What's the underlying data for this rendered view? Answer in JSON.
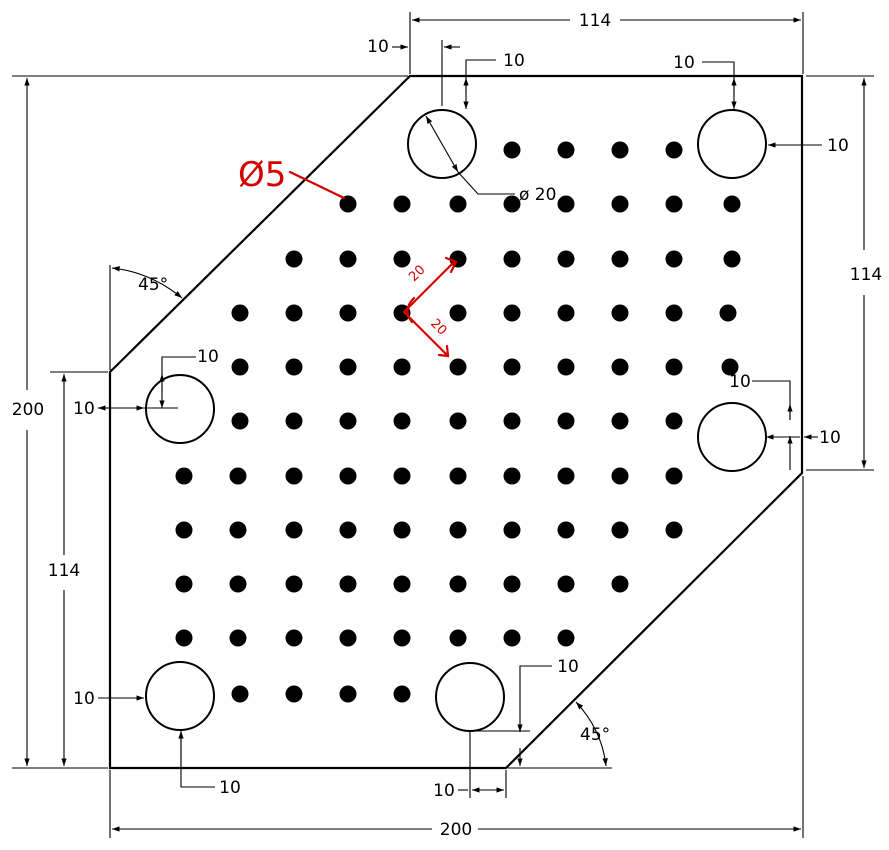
{
  "colors": {
    "line": "#000000",
    "annotation": "#d40000",
    "background": "#ffffff"
  },
  "dims": {
    "top_width": "114",
    "top_left_offset": "10",
    "top_hole_offset": "10",
    "top_right_offset": "10",
    "right_hole_offset": "10",
    "right_height": "114",
    "hole_diameter": "ø 20",
    "left_chamfer_angle": "45°",
    "left_hole_offset_v": "10",
    "left_hole_offset_h": "10",
    "overall_height": "200",
    "left_height": "114",
    "right_mid_offset_v": "10",
    "right_mid_offset_h": "10",
    "bl_hole_offset_h": "10",
    "bl_hole_offset_v": "10",
    "bottom_hole_offset_v": "10",
    "bottom_chamfer_angle": "45°",
    "bottom_hole_offset_h": "10",
    "overall_width": "200"
  },
  "annotations": {
    "small_hole": "Ø5",
    "spacing_a": "20",
    "spacing_b": "20"
  }
}
